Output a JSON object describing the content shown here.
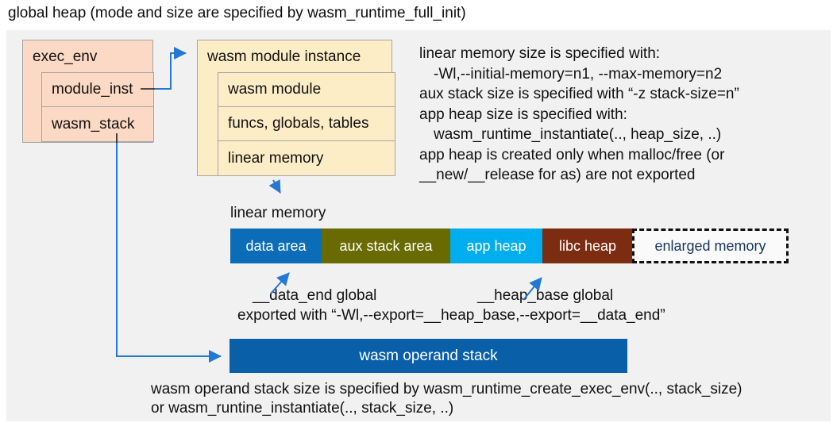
{
  "title": "global heap (mode and size are specified by wasm_runtime_full_init)",
  "exec_env": {
    "header": "exec_env",
    "rows": [
      "module_inst",
      "wasm_stack"
    ]
  },
  "module_instance": {
    "header": "wasm module instance",
    "rows": [
      "wasm module",
      "funcs, globals, tables",
      "linear memory"
    ]
  },
  "notes": {
    "lines": [
      "linear memory size is specified with:",
      "-Wl,--initial-memory=n1, --max-memory=n2",
      "aux stack size is specified with “-z stack-size=n”",
      "app heap size is specified with:",
      "wasm_runtime_instantiate(.., heap_size, ..)",
      "app heap is created only when malloc/free (or",
      "__new/__release for as) are not exported"
    ]
  },
  "linear_memory": {
    "label": "linear memory",
    "segments": [
      {
        "label": "data area",
        "color": "#0b6cb7",
        "text_color": "#ffffff"
      },
      {
        "label": "aux stack area",
        "color": "#696b00",
        "text_color": "#ffffff"
      },
      {
        "label": "app heap",
        "color": "#00aeef",
        "text_color": "#ffffff"
      },
      {
        "label": "libc heap",
        "color": "#7c2c10",
        "text_color": "#ffffff"
      },
      {
        "label": "enlarged memory",
        "color": "#fafafa",
        "text_color": "#17365d"
      }
    ],
    "data_end_label": "__data_end global",
    "heap_base_label": "__heap_base global",
    "export_note": "exported with “-Wl,--export=__heap_base,--export=__data_end”"
  },
  "operand_stack": {
    "label": "wasm operand stack"
  },
  "footer": {
    "lines": [
      "wasm operand stack size is specified by wasm_runtime_create_exec_env(.., stack_size)",
      "or wasm_runtine_instantiate(.., stack_size, ..)"
    ]
  },
  "colors": {
    "panel_bg": "#f1f1f1",
    "exec_env_fill": "#fbd9c4",
    "module_fill": "#fdedc7",
    "operand_stack_fill": "#0a5fa9",
    "arrow": "#2478d4"
  }
}
